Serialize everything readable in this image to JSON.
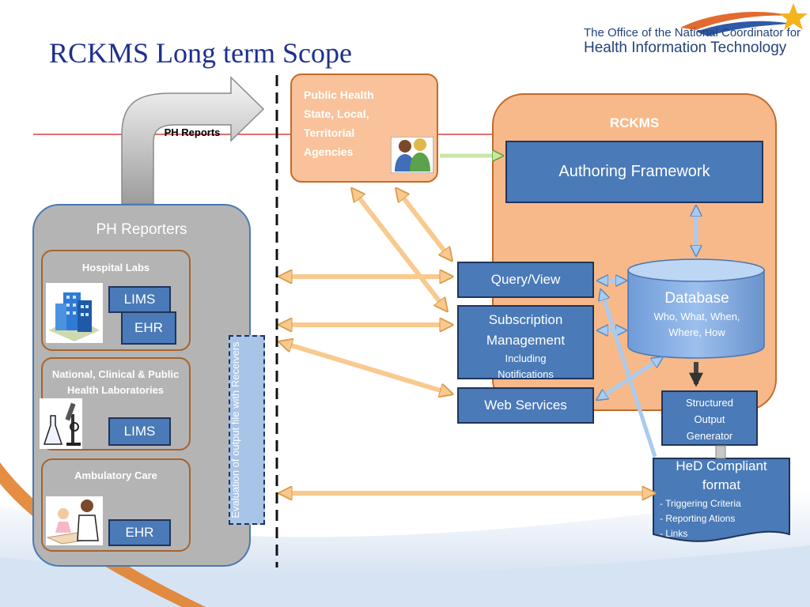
{
  "slide": {
    "title": "RCKMS Long term Scope",
    "org_line1": "The Office of the National Coordinator for",
    "org_line2": "Health Information Technology"
  },
  "public_health": {
    "label": "Public Health State, Local, Territorial Agencies"
  },
  "ph_reports_label": "PH Reports",
  "rckms": {
    "label": "RCKMS",
    "authoring": "Authoring  Framework",
    "query_view": "Query/View",
    "subscription_title": "Subscription Management",
    "subscription_sub": "Including Notifications",
    "web_services": "Web Services",
    "database_title": "Database",
    "database_sub": "Who, What, When, Where, How",
    "structured_output": "Structured Output Generator"
  },
  "hed": {
    "title": "HeD Compliant format",
    "items": [
      "- Triggering Criteria",
      "- Reporting Ations",
      "- Links"
    ]
  },
  "reporters": {
    "title": "PH Reporters",
    "hospital": {
      "title": "Hospital Labs",
      "tag1": "LIMS",
      "tag2": "EHR"
    },
    "national": {
      "title": "National, Clinical & Public  Health Laboratories",
      "tag1": "LIMS"
    },
    "ambulatory": {
      "title": "Ambulatory Care",
      "tag1": "EHR"
    }
  },
  "evaluation_label": "Evaluation of  output file  with Receivers",
  "colors": {
    "title": "#1f2f8f",
    "rckms_panel": "#f7b98a",
    "box_blue": "#4a7ab8",
    "arrow_orange": "#f9c98e",
    "arrow_blue": "#9fc4ec"
  }
}
